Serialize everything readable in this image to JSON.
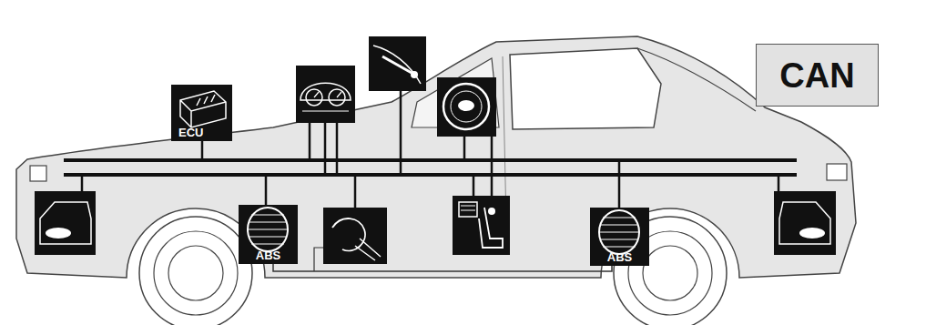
{
  "diagram": {
    "nodes": [
      {
        "text": [
          "ECU"
        ]
      },
      {
        "text": [
          "ABS"
        ]
      },
      {
        "text": [
          "ABS"
        ]
      },
      {
        "text": [
          "CAN"
        ]
      }
    ]
  }
}
